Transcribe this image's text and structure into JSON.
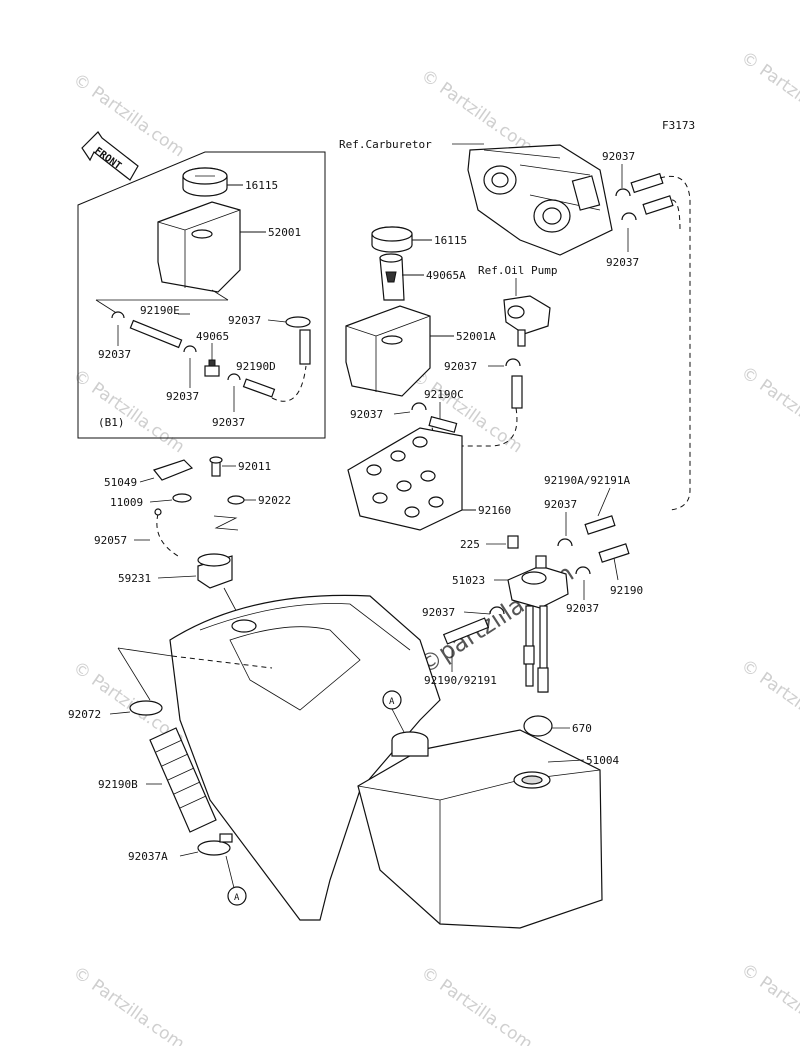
{
  "figure_code": "F3173",
  "front_label": "FRONT",
  "watermark": "© Partzilla.com",
  "watermark_center": "©partzilla.com",
  "callouts": {
    "ref_carburetor": "Ref.Carburetor",
    "ref_oil_pump": "Ref.Oil Pump",
    "b1": "(B1)",
    "c16115_a": "16115",
    "c52001": "52001",
    "c92190e": "92190E",
    "c92037_a": "92037",
    "c49065": "49065",
    "c92037_b": "92037",
    "c92190d": "92190D",
    "c92037_c": "92037",
    "c92037_d": "92037",
    "c16115_b": "16115",
    "c49065a": "49065A",
    "c52001a": "52001A",
    "c92037_e": "92037",
    "c92190c": "92190C",
    "c92037_f": "92037",
    "c92160": "92160",
    "c92037_top1": "92037",
    "c92037_top2": "92037",
    "c51049": "51049",
    "c92011": "92011",
    "c11009": "11009",
    "c92022": "92022",
    "c92057": "92057",
    "c59231": "59231",
    "c92190a": "92190A/92191A",
    "c92037_g": "92037",
    "c225": "225",
    "c51023": "51023",
    "c92037_h": "92037",
    "c92190": "92190",
    "c92037_i": "92037",
    "c92190_92191": "92190/92191",
    "c670": "670",
    "c51004": "51004",
    "c92072": "92072",
    "c92190b": "92190B",
    "c92037a": "92037A",
    "ref_a_1": "A",
    "ref_a_2": "A"
  }
}
